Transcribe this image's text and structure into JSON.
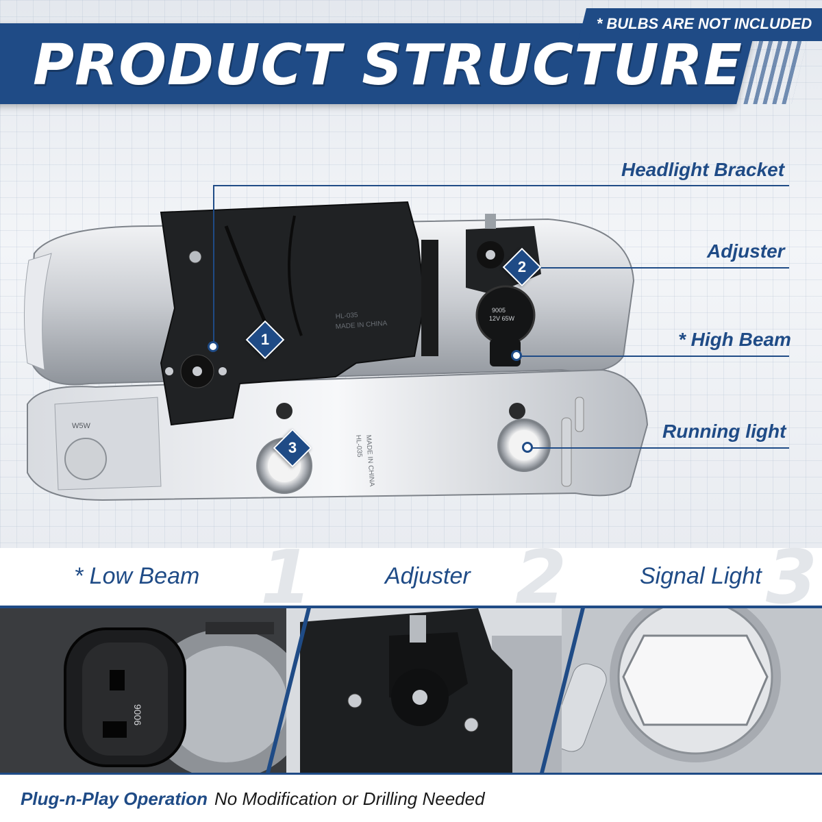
{
  "banner": {
    "title": "PRODUCT STRUCTURE"
  },
  "callouts": [
    {
      "label": "Headlight Bracket"
    },
    {
      "label": "Adjuster"
    },
    {
      "label": "* High Beam"
    },
    {
      "label": "Running light"
    }
  ],
  "badges": [
    "1",
    "2",
    "3"
  ],
  "housing_text": {
    "lamp_code_upper": "HL-035",
    "made_in_upper": "MADE IN CHINA",
    "lamp_code_lower": "HL-035",
    "made_in_lower": "MADE IN CHINA",
    "bulb_9005": "9005",
    "bulb_9005_rating": "12V 65W",
    "w5w": "W5W"
  },
  "features": [
    {
      "label": "* Low Beam",
      "number": "1"
    },
    {
      "label": "Adjuster",
      "number": "2"
    },
    {
      "label": "Signal Light",
      "number": "3"
    }
  ],
  "panels": {
    "connector_code": "9006"
  },
  "footer": {
    "strong": "Plug-n-Play Operation",
    "plain": "No Modification or Drilling Needed",
    "badge": "* BULBS ARE NOT INCLUDED"
  },
  "colors": {
    "brand_blue": "#1f4b86",
    "white": "#ffffff"
  }
}
